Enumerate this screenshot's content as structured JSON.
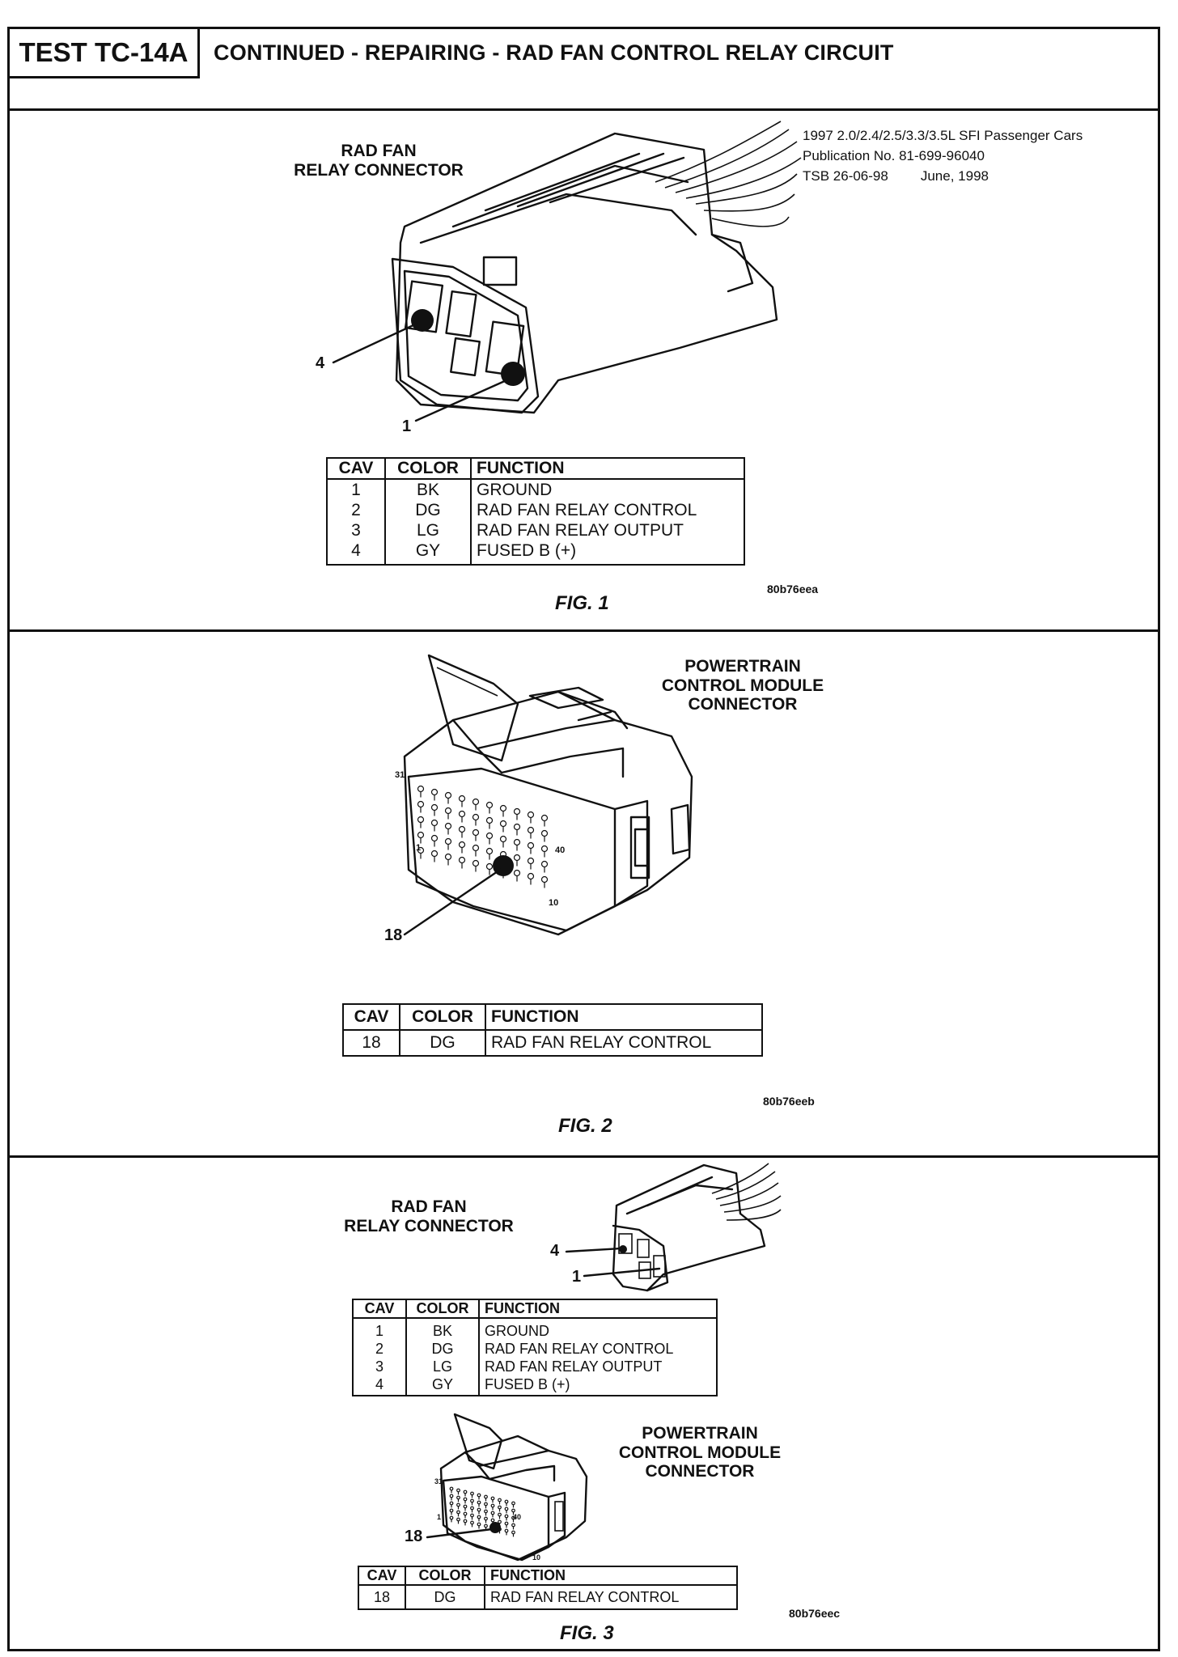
{
  "header": {
    "test_id": "TEST TC-14A",
    "title": "CONTINUED - REPAIRING - RAD FAN CONTROL RELAY CIRCUIT"
  },
  "pub_info": {
    "line1": "1997 2.0/2.4/2.5/3.3/3.5L SFI Passenger Cars",
    "line2": "Publication No. 81-699-96040",
    "line3a": "TSB 26-06-98",
    "line3b": "June, 1998"
  },
  "fig1": {
    "label_line1": "RAD FAN",
    "label_line2": "RELAY CONNECTOR",
    "callout_top": "4",
    "callout_bottom": "1",
    "columns": [
      "CAV",
      "COLOR",
      "FUNCTION"
    ],
    "rows": [
      {
        "cav": "1",
        "color": "BK",
        "function": "GROUND"
      },
      {
        "cav": "2",
        "color": "DG",
        "function": "RAD FAN RELAY CONTROL"
      },
      {
        "cav": "3",
        "color": "LG",
        "function": "RAD FAN RELAY OUTPUT"
      },
      {
        "cav": "4",
        "color": "GY",
        "function": "FUSED B (+)"
      }
    ],
    "id": "80b76eea",
    "caption": "FIG. 1"
  },
  "fig2": {
    "label_line1": "POWERTRAIN",
    "label_line2": "CONTROL MODULE",
    "label_line3": "CONNECTOR",
    "pin_31": "31",
    "pin_40": "40",
    "pin_1": "1",
    "pin_10": "10",
    "callout": "18",
    "columns": [
      "CAV",
      "COLOR",
      "FUNCTION"
    ],
    "rows": [
      {
        "cav": "18",
        "color": "DG",
        "function": "RAD FAN RELAY CONTROL"
      }
    ],
    "id": "80b76eeb",
    "caption": "FIG. 2"
  },
  "fig3": {
    "relay_label_line1": "RAD FAN",
    "relay_label_line2": "RELAY CONNECTOR",
    "callout_top": "4",
    "callout_bottom": "1",
    "relay_columns": [
      "CAV",
      "COLOR",
      "FUNCTION"
    ],
    "relay_rows": [
      {
        "cav": "1",
        "color": "BK",
        "function": "GROUND"
      },
      {
        "cav": "2",
        "color": "DG",
        "function": "RAD FAN RELAY CONTROL"
      },
      {
        "cav": "3",
        "color": "LG",
        "function": "RAD FAN RELAY OUTPUT"
      },
      {
        "cav": "4",
        "color": "GY",
        "function": "FUSED B (+)"
      }
    ],
    "pcm_label_line1": "POWERTRAIN",
    "pcm_label_line2": "CONTROL MODULE",
    "pcm_label_line3": "CONNECTOR",
    "pin_31": "31",
    "pin_40": "40",
    "pin_1": "1",
    "pin_10": "10",
    "pcm_callout": "18",
    "pcm_columns": [
      "CAV",
      "COLOR",
      "FUNCTION"
    ],
    "pcm_rows": [
      {
        "cav": "18",
        "color": "DG",
        "function": "RAD FAN RELAY CONTROL"
      }
    ],
    "id": "80b76eec",
    "caption": "FIG. 3"
  }
}
